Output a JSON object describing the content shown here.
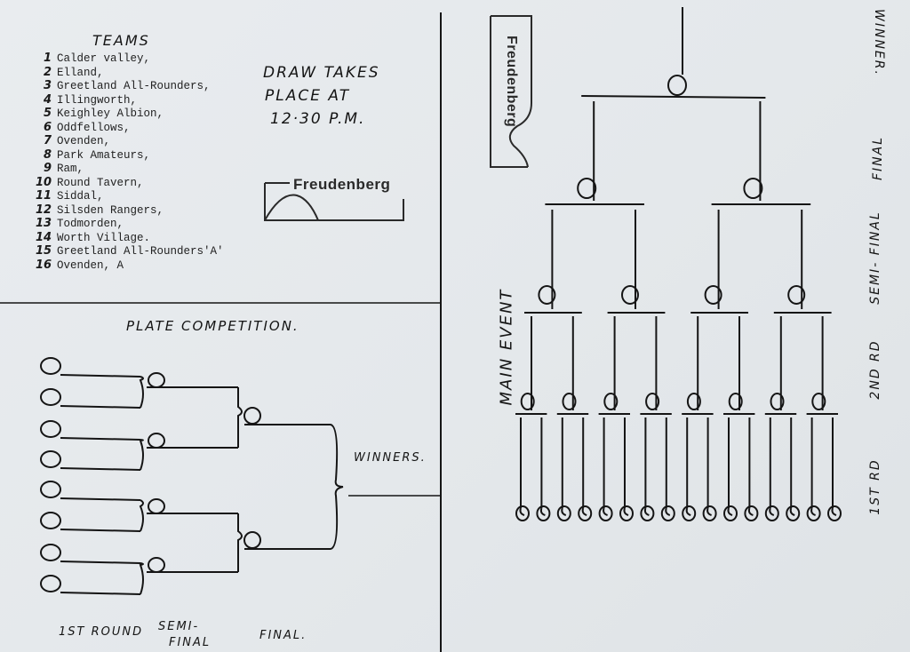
{
  "teams_header": "TEAMS",
  "teams": [
    {
      "num": "1",
      "name": "Calder valley,"
    },
    {
      "num": "2",
      "name": "Elland,"
    },
    {
      "num": "3",
      "name": "Greetland All-Rounders,"
    },
    {
      "num": "4",
      "name": "Illingworth,"
    },
    {
      "num": "5",
      "name": "Keighley Albion,"
    },
    {
      "num": "6",
      "name": "Oddfellows,"
    },
    {
      "num": "7",
      "name": "Ovenden,"
    },
    {
      "num": "8",
      "name": "Park Amateurs,"
    },
    {
      "num": "9",
      "name": "Ram,"
    },
    {
      "num": "10",
      "name": "Round Tavern,"
    },
    {
      "num": "11",
      "name": "Siddal,"
    },
    {
      "num": "12",
      "name": "Silsden Rangers,"
    },
    {
      "num": "13",
      "name": "Todmorden,"
    },
    {
      "num": "14",
      "name": "Worth Village."
    },
    {
      "num": "15",
      "name": "Greetland All-Rounders'A'"
    },
    {
      "num": "16",
      "name": "Ovenden, A"
    }
  ],
  "draw_note": [
    "DRAW TAKES",
    "PLACE AT",
    "12·30 P.M."
  ],
  "sponsor": "Freudenberg",
  "plate": {
    "title": "PLATE COMPETITION.",
    "winners": "WINNERS.",
    "round1": "1ST ROUND",
    "semi": [
      "SEMI-",
      "FINAL"
    ],
    "final": "FINAL."
  },
  "main": {
    "title": "MAIN  EVENT",
    "round_labels": {
      "winner": "WINNER.",
      "final": "FINAL",
      "semi": "SEMI- FINAL",
      "second": "2ND RD",
      "first": "1ST RD"
    }
  }
}
